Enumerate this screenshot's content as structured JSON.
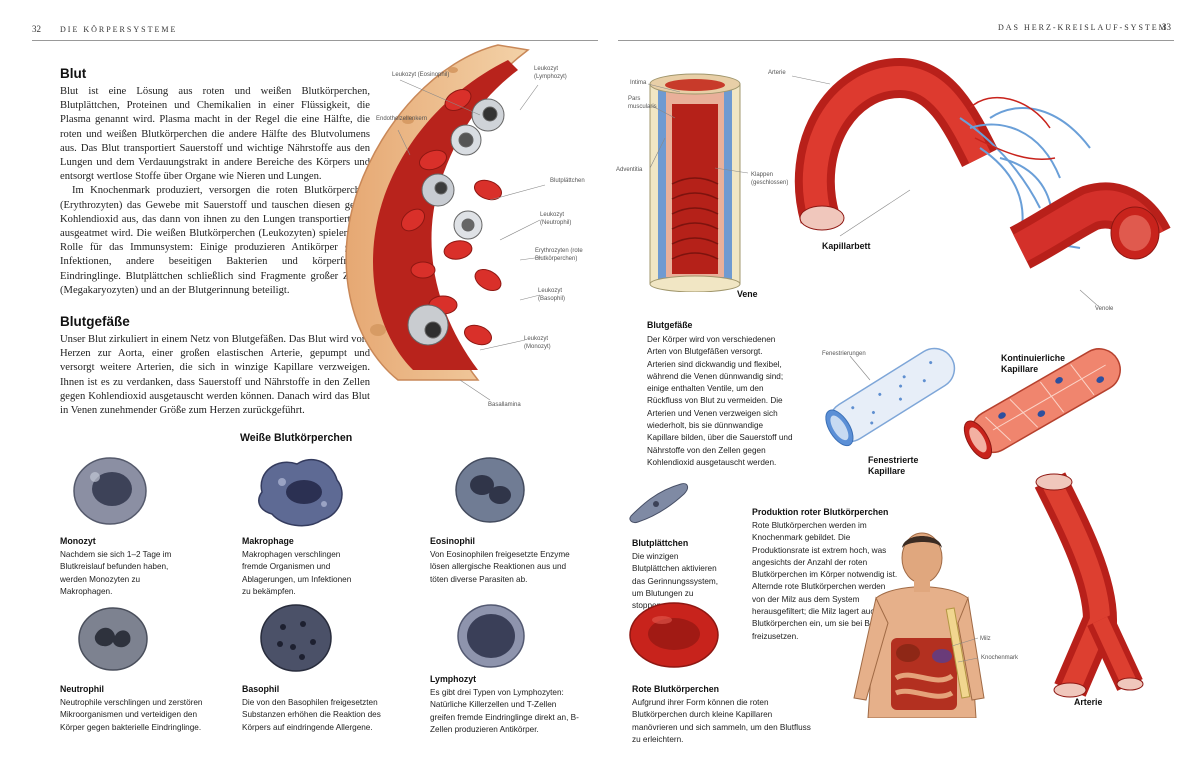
{
  "header": {
    "left_page_number": "32",
    "left_title": "DIE KÖRPERSYSTEME",
    "right_title": "DAS HERZ-KREISLAUF-SYSTEM",
    "right_page_number": "33"
  },
  "blut": {
    "heading": "Blut",
    "p1": "Blut ist eine Lösung aus roten und weißen Blutkörperchen, Blutplättchen, Proteinen und Chemikalien in einer Flüssigkeit, die Plasma genannt wird. Plasma macht in der Regel die eine Hälfte, die roten und weißen Blutkörperchen die andere Hälfte des Blutvolumens aus. Das Blut transportiert Sauerstoff und wichtige Nährstoffe aus den Lungen und dem Verdauungstrakt in andere Bereiche des Körpers und entsorgt wertlose Stoffe über Organe wie Nieren und Lungen.",
    "p2": "Im Knochenmark produziert, versorgen die roten Blutkörperchen (Erythrozyten) das Gewebe mit Sauerstoff und tauschen diesen gegen Kohlendioxid aus, das dann von ihnen zu den Lungen transportiert und ausgeatmet wird. Die weißen Blutkörperchen (Leukozyten) spielen eine Rolle für das Immunsystem: Einige produzieren Antikörper gegen Infektionen, andere beseitigen Bakterien und körperfremde Eindringlinge. Blutplättchen schließlich sind Fragmente großer Zellen (Megakaryozyten) und an der Blutgerinnung beteiligt."
  },
  "blutgefaesse": {
    "heading": "Blutgefäße",
    "p1": "Unser Blut zirkuliert in einem Netz von Blutgefäßen. Das Blut wird vom Herzen zur Aorta, einer großen elastischen Arterie, gepumpt und versorgt weitere Arterien, die sich in winzige Kapillare verzweigen. Ihnen ist es zu verdanken, dass Sauerstoff und Nährstoffe in den Zellen gegen Kohlendioxid ausgetauscht werden können. Danach wird das Blut in Venen zunehmender Größe zum Herzen zurückgeführt."
  },
  "vessel_labels": {
    "leuk_eos": "Leukozyt (Eosinophil)",
    "leuk_lym": "Leukozyt (Lymphozyt)",
    "endothel": "Endothelzellenkern",
    "blutpl": "Blutplättchen",
    "leuk_neu": "Leukozyt (Neutrophil)",
    "erythro": "Erythrozyten (rote Blutkörperchen)",
    "leuk_bas": "Leukozyt (Basophil)",
    "leuk_mon": "Leukozyt (Monozyt)",
    "basal": "Basallamina"
  },
  "wbc_heading": "Weiße Blutkörperchen",
  "wbc": [
    {
      "name": "Monozyt",
      "text": "Nachdem sie sich 1–2 Tage im Blutkreislauf befunden haben, werden Monozyten zu Makrophagen."
    },
    {
      "name": "Makrophage",
      "text": "Makrophagen verschlingen fremde Organismen und Ablagerungen, um Infektionen zu bekämpfen."
    },
    {
      "name": "Eosinophil",
      "text": "Von Eosinophilen freigesetzte Enzyme lösen allergische Reaktionen aus und töten diverse Parasiten ab."
    },
    {
      "name": "Neutrophil",
      "text": "Neutrophile verschlingen und zerstören Mikroorganismen und verteidigen den Körper gegen bakterielle Eindringlinge."
    },
    {
      "name": "Basophil",
      "text": "Die von den Basophilen freigesetzten Substanzen erhöhen die Reaktion des Körpers auf eindringende Allergene."
    },
    {
      "name": "Lymphozyt",
      "text": "Es gibt drei Typen von Lymphozyten: Natürliche Killerzellen und T-Zellen greifen fremde Eindringlinge direkt an, B-Zellen produzieren Antikörper."
    }
  ],
  "vene": {
    "label": "Vene",
    "intima": "Intima",
    "pars": "Pars muscularis",
    "adventitia": "Adventitia",
    "klappen": "Klappen (geschlossen)"
  },
  "arterie_top": {
    "arterie": "Arterie",
    "kapillarbett": "Kapillarbett",
    "venole": "Venole"
  },
  "blutgefaesse_caption": {
    "title": "Blutgefäße",
    "text": "Der Körper wird von verschiedenen Arten von Blutgefäßen versorgt. Arterien sind dickwandig und flexibel, während die Venen dünnwandig sind; einige enthalten Ventile, um den Rückfluss von Blut zu vermeiden. Die Arterien und Venen verzweigen sich wiederholt, bis sie dünnwandige Kapillare bilden, über die Sauerstoff und Nährstoffe von den Zellen gegen Kohlendioxid ausgetauscht werden."
  },
  "capillaries": {
    "fenestrierungen": "Fenestrierungen",
    "fenestrierte": "Fenestrierte Kapillare",
    "kontinuierliche": "Kontinuierliche Kapillare"
  },
  "blutplaettchen": {
    "title": "Blutplättchen",
    "text": "Die winzigen Blutplättchen aktivieren das Gerinnungssystem, um Blutungen zu stoppen."
  },
  "rote": {
    "title": "Rote Blutkörperchen",
    "text": "Aufgrund ihrer Form können die roten Blutkörperchen durch kleine Kapillaren manövrieren und sich sammeln, um den Blutfluss zu erleichtern."
  },
  "produktion": {
    "title": "Produktion roter Blutkörperchen",
    "text": "Rote Blutkörperchen werden im Knochenmark gebildet. Die Produktionsrate ist extrem hoch, was angesichts der Anzahl der roten Blutkörperchen im Körper notwendig ist. Alternde rote Blutkörperchen werden von der Milz aus dem System herausgefiltert; die Milz lagert auch rote Blutkörperchen ein, um sie bei Bedarf freizusetzen.",
    "milz": "Milz",
    "knochenmark": "Knochenmark"
  },
  "arterie_bottom": "Arterie",
  "colors": {
    "blood": "#c8231c",
    "vein_blue": "#6a9fd8",
    "tissue": "#e8b58a"
  }
}
